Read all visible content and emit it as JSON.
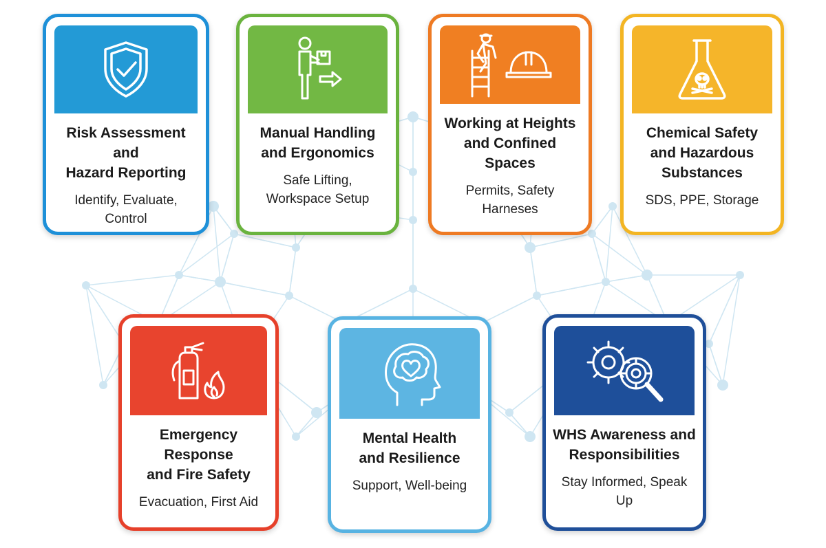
{
  "colors": {
    "blue": "#239ad6",
    "green": "#72b844",
    "orange": "#f07f22",
    "yellow": "#f5b52a",
    "red": "#e8442e",
    "light_blue": "#5db5e2",
    "navy": "#1e4f9a",
    "network": "#cfe6f2"
  },
  "cards": [
    {
      "icon": "shield-check-icon",
      "title": "Risk Assessment and\nHazard Reporting",
      "subtitle": "Identify, Evaluate, Control"
    },
    {
      "icon": "person-carrying-box-icon",
      "title": "Manual Handling\nand Ergonomics",
      "subtitle": "Safe Lifting,\nWorkspace Setup"
    },
    {
      "icon": "ladder-hardhat-icon",
      "title": "Working at Heights\nand Confined Spaces",
      "subtitle": "Permits, Safety\nHarneses"
    },
    {
      "icon": "hazardous-flask-icon",
      "title": "Chemical Safety\nand Hazardous\nSubstances",
      "subtitle": "SDS, PPE, Storage"
    },
    {
      "icon": "fire-extinguisher-icon",
      "title": "Emergency Response\nand Fire Safety",
      "subtitle": "Evacuation, First Aid"
    },
    {
      "icon": "head-heart-icon",
      "title": "Mental Health\nand Resilience",
      "subtitle": "Support, Well-being"
    },
    {
      "icon": "gears-magnifier-icon",
      "title": "WHS Awareness and\nResponsibilities",
      "subtitle": "Stay Informed, Speak Up"
    }
  ]
}
